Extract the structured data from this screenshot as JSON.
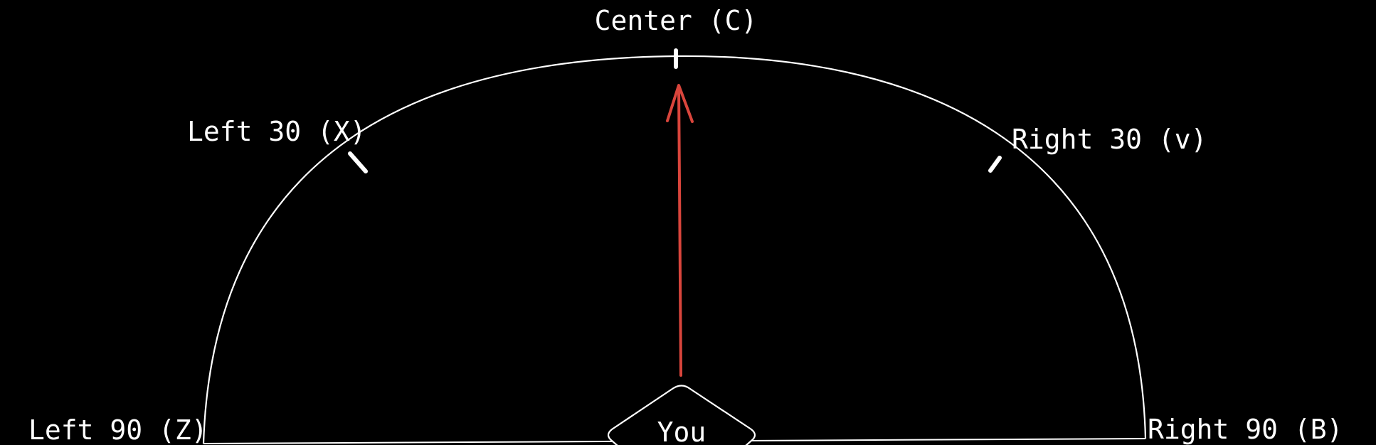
{
  "colors": {
    "background": "#000000",
    "stroke": "#ffffff",
    "arrow": "#d9453c"
  },
  "labels": {
    "center": "Center (C)",
    "left_30": "Left 30 (X)",
    "right_30": "Right 30 (v)",
    "left_90": "Left 90 (Z)",
    "right_90": "Right 90 (B)",
    "you": "You"
  }
}
